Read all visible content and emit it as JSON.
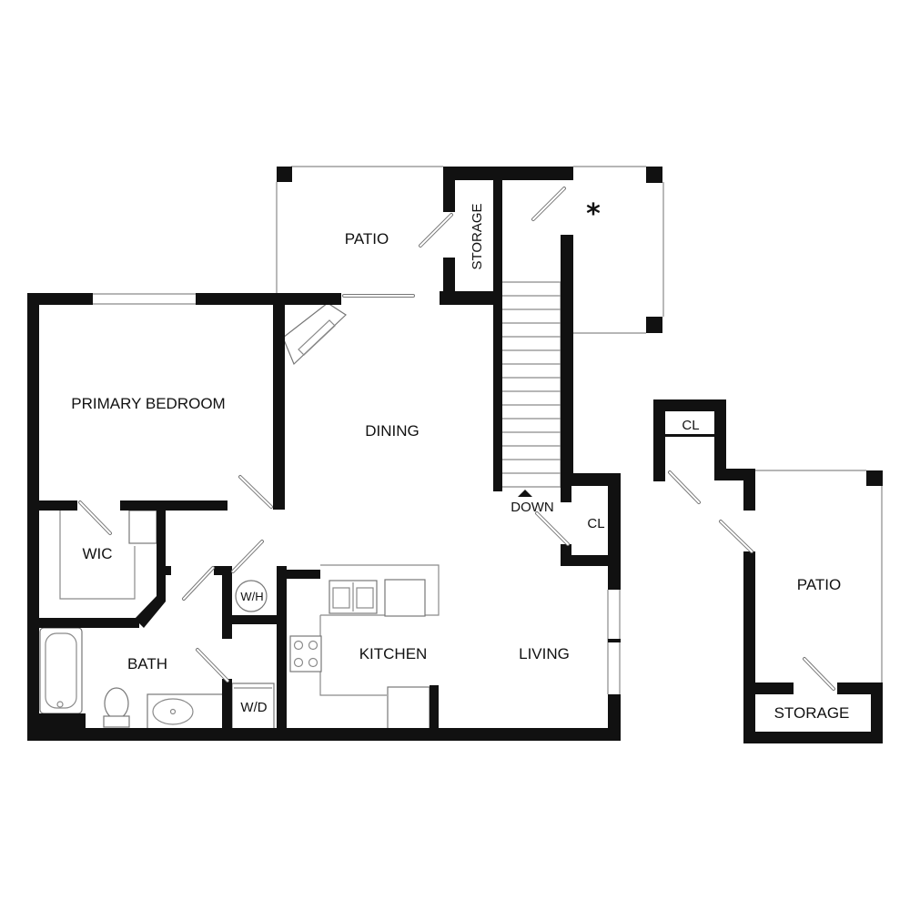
{
  "floorplan": {
    "main_unit": {
      "rooms": {
        "patio": "PATIO",
        "storage": "STORAGE",
        "primary_bedroom": "PRIMARY BEDROOM",
        "dining": "DINING",
        "wic": "WIC",
        "bath": "BATH",
        "kitchen": "KITCHEN",
        "living": "LIVING",
        "wh": "W/H",
        "wd": "W/D",
        "closet": "CL",
        "stairs_label": "DOWN"
      },
      "marker": "*"
    },
    "inset": {
      "rooms": {
        "closet": "CL",
        "patio": "PATIO",
        "storage": "STORAGE"
      }
    }
  }
}
